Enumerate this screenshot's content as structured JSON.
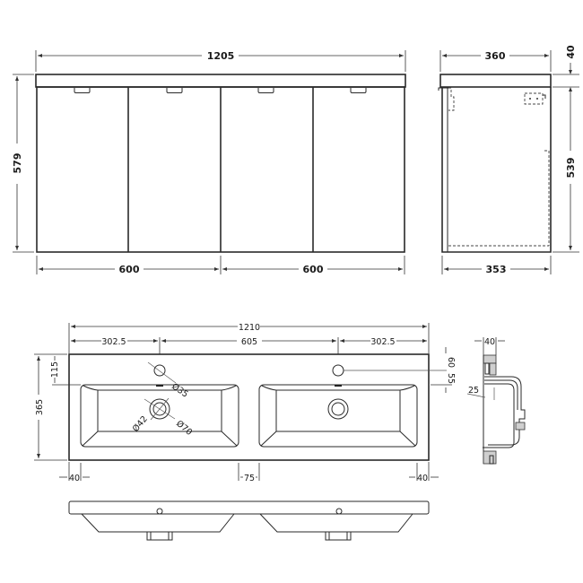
{
  "drawing": {
    "title": "Double basin vanity unit technical drawing",
    "units": "mm",
    "line_color": "#2a2a2a",
    "background": "#ffffff"
  },
  "front_view": {
    "overall_width": "1205",
    "height": "579",
    "section_widths": [
      "600",
      "600"
    ],
    "door_count": 4
  },
  "side_view": {
    "depth": "360",
    "body_depth": "353",
    "top_thickness": "40",
    "body_height": "539"
  },
  "basin_plan": {
    "overall_width": "1210",
    "tap_hole_offsets": [
      "302.5",
      "605",
      "302.5"
    ],
    "depth": "365",
    "tap_to_bowl": "115",
    "tap_hole_from_back": "60",
    "tap_to_bowl_right": "55",
    "edge_left": "40",
    "edge_right": "40",
    "bowl_gap": "75",
    "tap_hole_dia": "Ø35",
    "waste_dia_inner": "Ø42",
    "waste_dia_outer": "Ø70"
  },
  "basin_section": {
    "rim_width": "40",
    "bowl_depth": "25"
  },
  "basin_elevation": {
    "tap_holes": 2,
    "wastes": 2
  }
}
